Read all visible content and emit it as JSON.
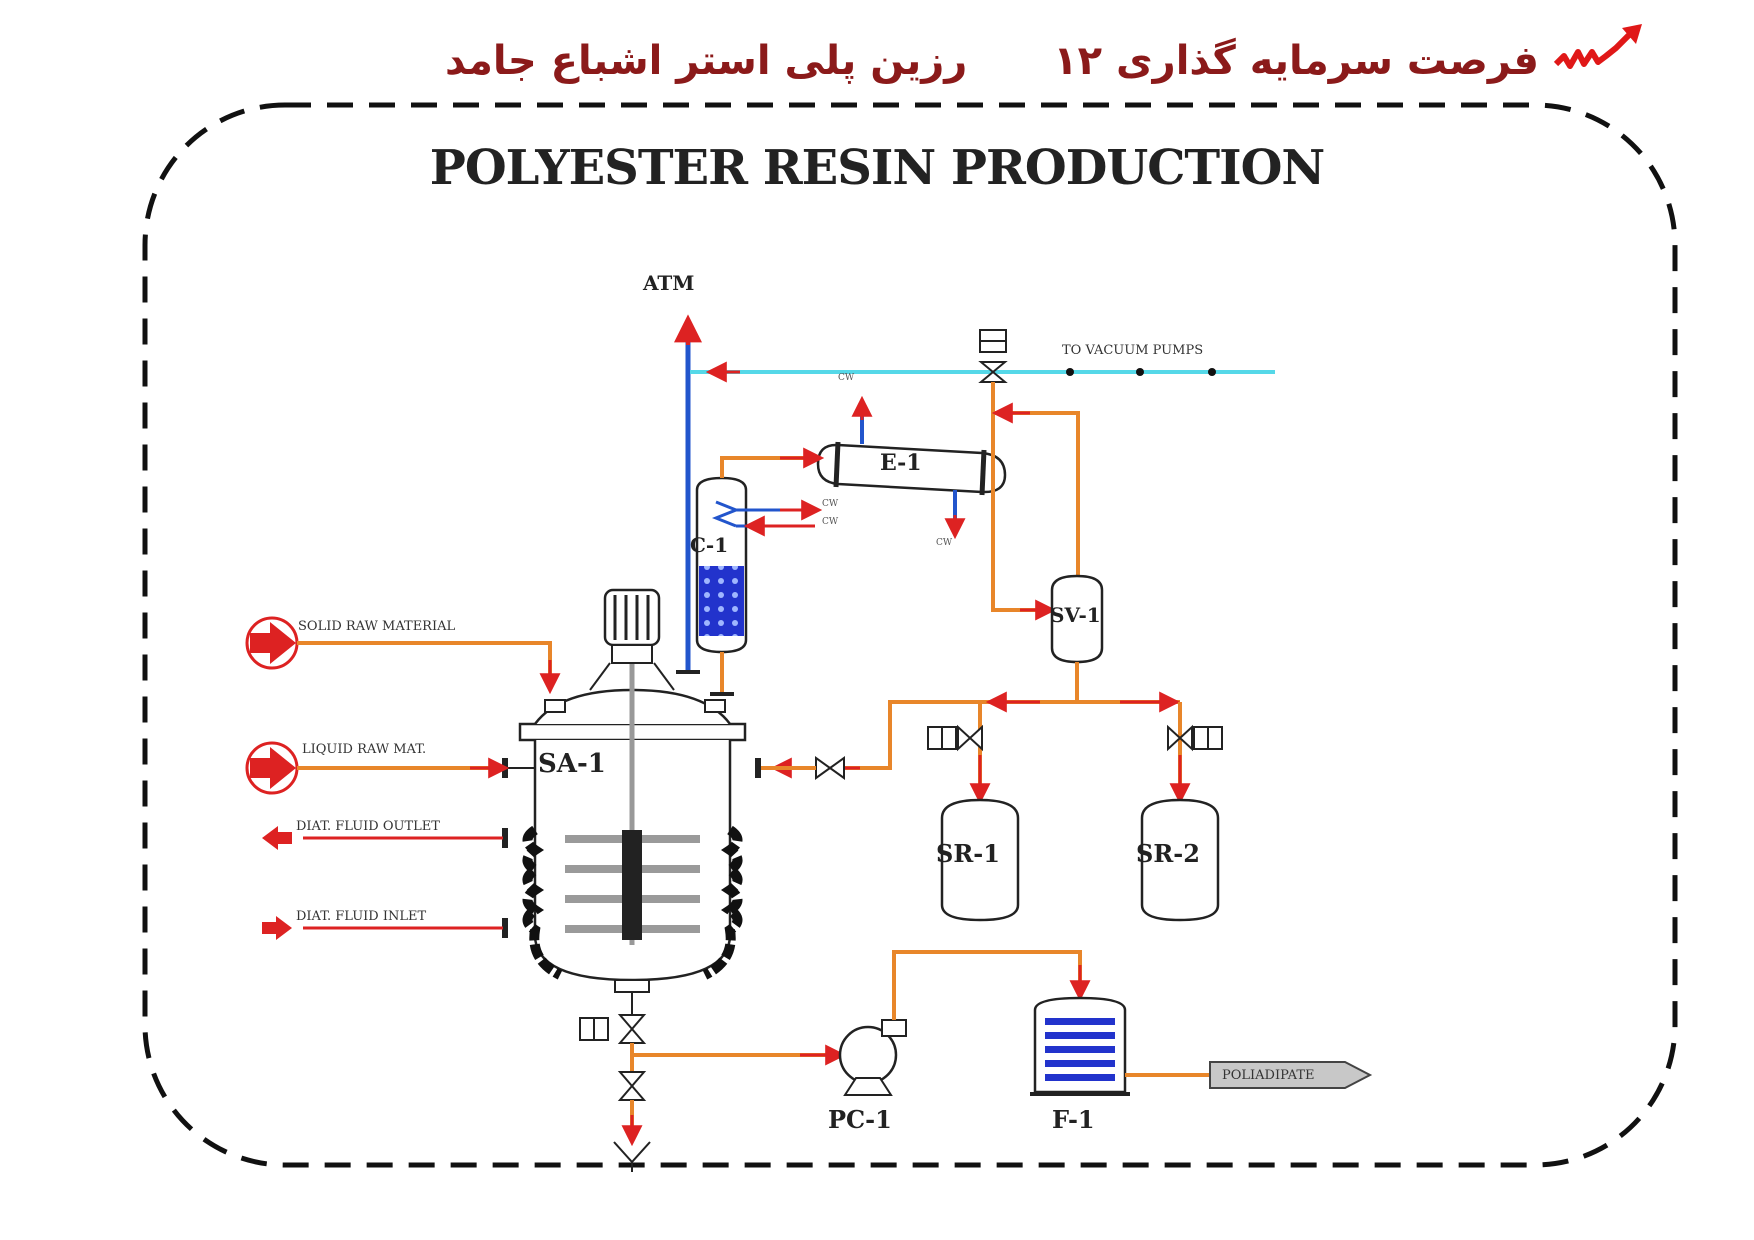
{
  "header": {
    "right_title": "فرصت سرمایه گذاری ۱۲",
    "left_title": "رزین پلی استر اشباع جامد",
    "logo_icon": "trend-arrow-icon",
    "title_color": "#8b1a1a"
  },
  "diagram": {
    "title": "POLYESTER RESIN PRODUCTION",
    "atm": "ATM",
    "to_vacuum": "TO VACUUM PUMPS",
    "cw": "CW",
    "equipment": {
      "e1": "E-1",
      "c1": "C-1",
      "sv1": "SV-1",
      "sa1": "SA-1",
      "sr1": "SR-1",
      "sr2": "SR-2",
      "pc1": "PC-1",
      "f1": "F-1"
    },
    "streams": {
      "solid_raw": "SOLID RAW MATERIAL",
      "liquid_raw": "LIQUID RAW MAT.",
      "diat_outlet": "DIAT. FLUID OUTLET",
      "diat_inlet": "DIAT. FLUID INLET",
      "product": "POLIADIPATE"
    },
    "colors": {
      "process_line": "#e8862a",
      "cooling_line": "#2255cc",
      "vacuum_line": "#55d8e8",
      "arrow": "#dd2222",
      "packing": "#2233cc"
    }
  }
}
